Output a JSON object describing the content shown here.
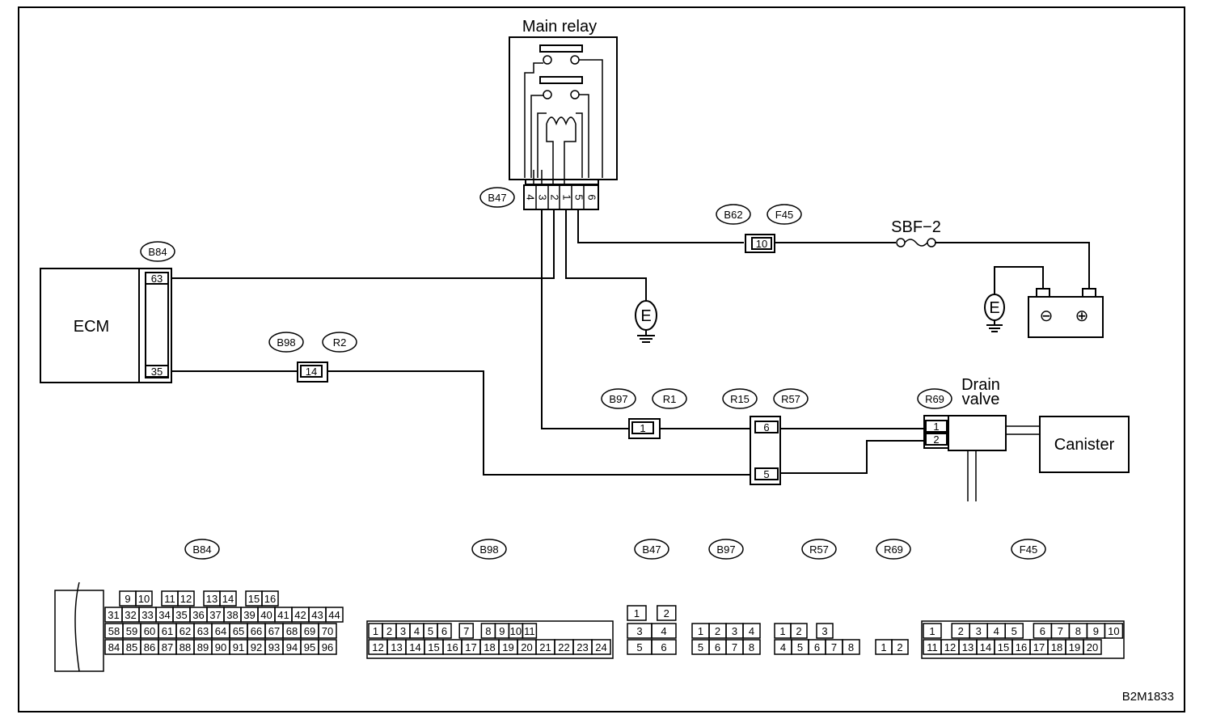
{
  "diagram_code": "B2M1833",
  "components": {
    "ecm": "ECM",
    "main_relay": "Main relay",
    "drain_valve_line1": "Drain",
    "drain_valve_line2": "valve",
    "canister": "Canister",
    "fuse": "SBF−2",
    "ground_symbol": "E",
    "battery_neg": "⊖",
    "battery_pos": "⊕"
  },
  "connector_ids": {
    "b84": "B84",
    "b47": "B47",
    "b62": "B62",
    "f45": "F45",
    "b98": "B98",
    "r2": "R2",
    "b97": "B97",
    "r1": "R1",
    "r15": "R15",
    "r57": "R57",
    "r69": "R69"
  },
  "pins": {
    "ecm_63": "63",
    "ecm_35": "35",
    "b62_10": "10",
    "b98_14": "14",
    "b97_1": "1",
    "r15_6": "6",
    "r15_5": "5",
    "r69_1": "1",
    "r69_2": "2",
    "relay": [
      "4",
      "3",
      "2",
      "1",
      "5",
      "6"
    ]
  },
  "terminal_views": [
    {
      "id": "B84",
      "rows": [
        [
          "9",
          "10",
          "11",
          "12",
          "13",
          "14",
          "15",
          "16"
        ],
        [
          "31",
          "32",
          "33",
          "34",
          "35",
          "36",
          "37",
          "38",
          "39",
          "40",
          "41",
          "42",
          "43",
          "44"
        ],
        [
          "58",
          "59",
          "60",
          "61",
          "62",
          "63",
          "64",
          "65",
          "66",
          "67",
          "68",
          "69",
          "70"
        ],
        [
          "84",
          "85",
          "86",
          "87",
          "88",
          "89",
          "90",
          "91",
          "92",
          "93",
          "94",
          "95",
          "96"
        ]
      ]
    },
    {
      "id": "B98",
      "rows": [
        [
          "1",
          "2",
          "3",
          "4",
          "5",
          "6",
          "7",
          "8",
          "9",
          "10",
          "11"
        ],
        [
          "12",
          "13",
          "14",
          "15",
          "16",
          "17",
          "18",
          "19",
          "20",
          "21",
          "22",
          "23",
          "24"
        ]
      ]
    },
    {
      "id": "B47",
      "rows": [
        [
          "1",
          "2"
        ],
        [
          "3",
          "4"
        ],
        [
          "5",
          "6"
        ]
      ]
    },
    {
      "id": "B97",
      "rows": [
        [
          "1",
          "2",
          "3",
          "4"
        ],
        [
          "5",
          "6",
          "7",
          "8"
        ]
      ]
    },
    {
      "id": "R57",
      "rows": [
        [
          "1",
          "2",
          "3"
        ],
        [
          "4",
          "5",
          "6",
          "7",
          "8"
        ]
      ]
    },
    {
      "id": "R69",
      "rows": [
        [
          "1",
          "2"
        ]
      ]
    },
    {
      "id": "F45",
      "rows": [
        [
          "1",
          "2",
          "3",
          "4",
          "5",
          "6",
          "7",
          "8",
          "9",
          "10"
        ],
        [
          "11",
          "12",
          "13",
          "14",
          "15",
          "16",
          "17",
          "18",
          "19",
          "20"
        ]
      ]
    }
  ]
}
